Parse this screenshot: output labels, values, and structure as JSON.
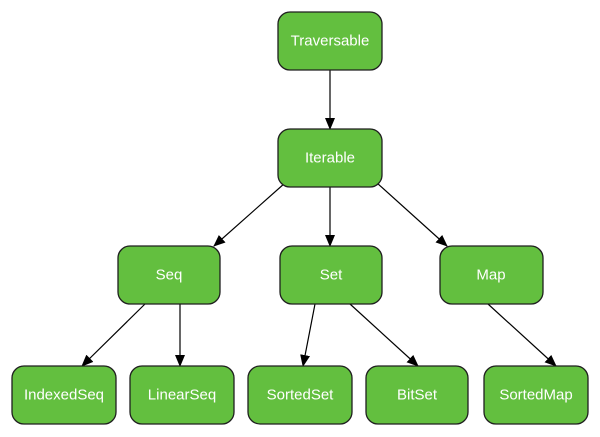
{
  "nodes": {
    "traversable": "Traversable",
    "iterable": "Iterable",
    "seq": "Seq",
    "set": "Set",
    "map": "Map",
    "indexed_seq": "IndexedSeq",
    "linear_seq": "LinearSeq",
    "sorted_set": "SortedSet",
    "bit_set": "BitSet",
    "sorted_map": "SortedMap"
  },
  "edges": [
    [
      "traversable",
      "iterable"
    ],
    [
      "iterable",
      "seq"
    ],
    [
      "iterable",
      "set"
    ],
    [
      "iterable",
      "map"
    ],
    [
      "seq",
      "indexed_seq"
    ],
    [
      "seq",
      "linear_seq"
    ],
    [
      "set",
      "sorted_set"
    ],
    [
      "set",
      "bit_set"
    ],
    [
      "map",
      "sorted_map"
    ]
  ],
  "colors": {
    "node_fill": "#63bf3f",
    "node_border": "#1f1f1f",
    "node_text": "#ffffff",
    "edge": "#000000"
  }
}
